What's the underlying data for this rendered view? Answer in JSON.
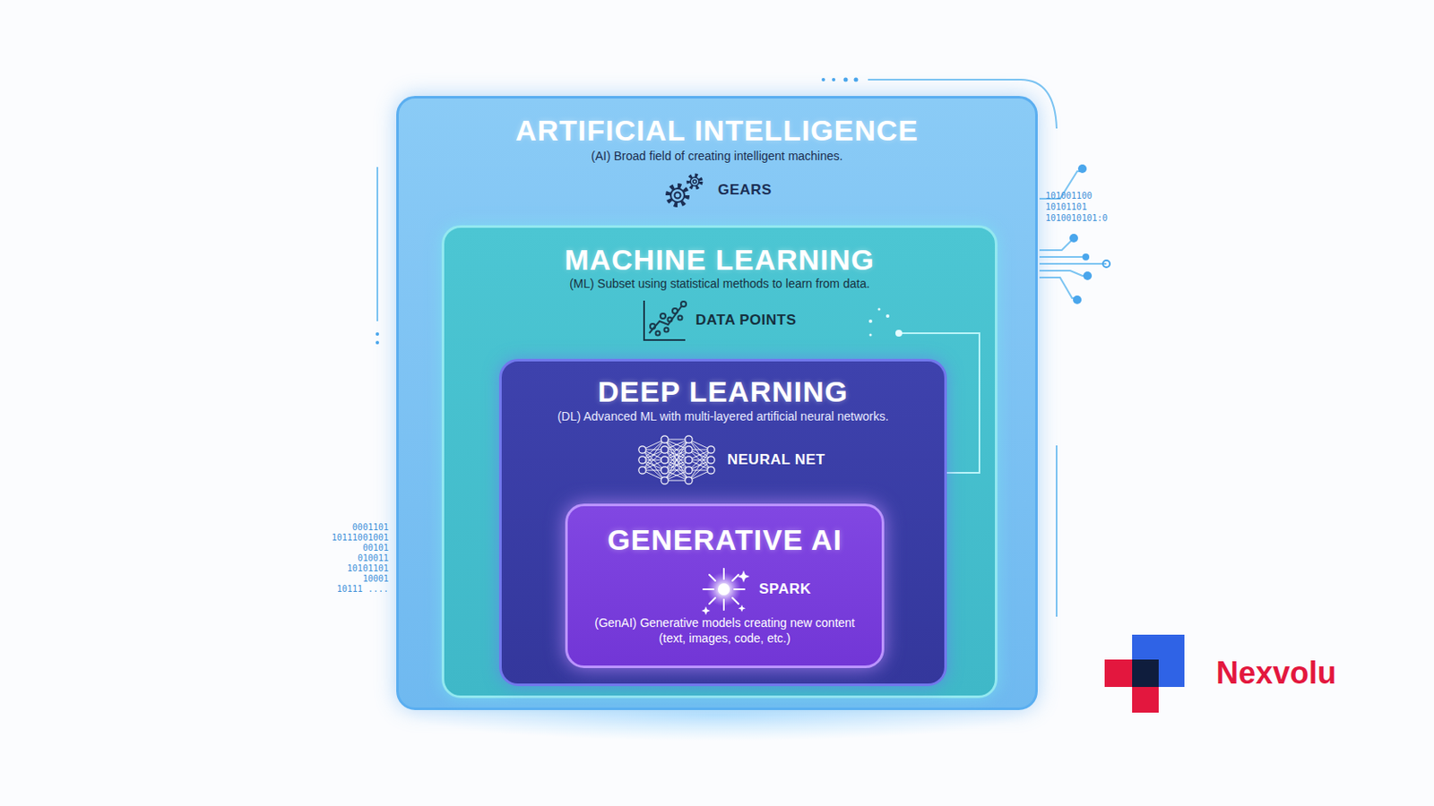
{
  "diagram": {
    "nodes": [
      {
        "text": [
          "ARTIFICIAL INTELLIGENCE",
          "(AI) Broad field of creating intelligent machines.",
          "GEARS"
        ]
      },
      {
        "text": [
          "MACHINE LEARNING",
          "(ML) Subset using statistical methods to learn from data.",
          "DATA POINTS"
        ],
        "in": 0
      },
      {
        "text": [
          "DEEP LEARNING",
          "(DL) Advanced ML with multi-layered artificial neural networks.",
          "NEURAL NET"
        ],
        "in": 1
      },
      {
        "text": [
          "GENERATIVE AI",
          "SPARK",
          "(GenAI) Generative models creating new content (text, images, code, etc.)"
        ],
        "in": 2
      }
    ],
    "labels": [
      "101001100",
      "10101101",
      "1010010101:0",
      "0001101",
      "10111001001",
      "00101",
      "010011",
      "10101101",
      "10001",
      "10111 ....",
      "Nexvolu"
    ]
  }
}
